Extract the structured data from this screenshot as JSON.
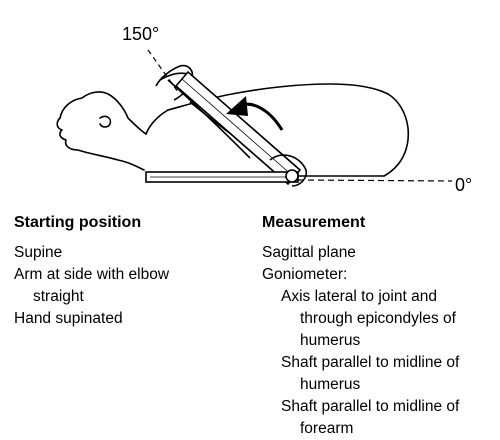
{
  "diagram": {
    "angle_top": "150°",
    "angle_right": "0°"
  },
  "starting_position": {
    "heading": "Starting position",
    "lines": [
      "Supine",
      "Arm at side with elbow",
      "straight",
      "Hand supinated"
    ]
  },
  "measurement": {
    "heading": "Measurement",
    "lines": [
      "Sagittal plane",
      "Goniometer:",
      "Axis lateral to joint and",
      "through epicondyles of",
      "humerus",
      "Shaft parallel to midline of",
      "humerus",
      "Shaft parallel to midline of",
      "forearm"
    ]
  }
}
